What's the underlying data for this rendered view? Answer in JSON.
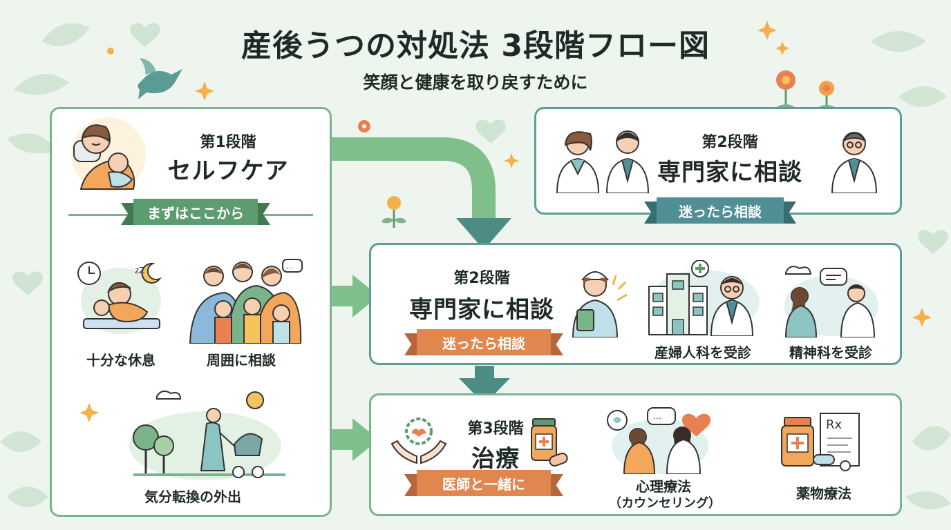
{
  "title": "産後うつの対処法 3段階フロー図",
  "subtitle": "笑顔と健康を取り戻すために",
  "colors": {
    "green": "#5c9c6e",
    "teal": "#4f8f95",
    "orange": "#e0874f",
    "background": "#eef5ef",
    "arrow_green": "#7fbf8c",
    "arrow_teal": "#4d8c85"
  },
  "stage1": {
    "step": "第1段階",
    "name": "セルフケア",
    "ribbon": "まずはここから",
    "items": [
      {
        "label": "十分な休息",
        "icon": "mother-baby-sleep-icon"
      },
      {
        "label": "周囲に相談",
        "icon": "family-icon"
      },
      {
        "label": "気分転換の外出",
        "icon": "stroller-walk-icon"
      }
    ]
  },
  "stage2_top": {
    "step": "第2段階",
    "name": "専門家に相談",
    "ribbon": "迷ったら相談"
  },
  "stage2": {
    "step": "第2段階",
    "name": "専門家に相談",
    "ribbon": "迷ったら相談",
    "items": [
      {
        "label": "産婦人科を受診",
        "icon": "hospital-doctor-icon"
      },
      {
        "label": "精神科を受診",
        "icon": "counseling-icon"
      }
    ]
  },
  "stage3": {
    "step": "第3段階",
    "name": "治療",
    "ribbon": "医師と一緒に",
    "items": [
      {
        "label": "心理療法",
        "label2": "（カウンセリング）",
        "icon": "therapy-icon"
      },
      {
        "label": "薬物療法",
        "icon": "medicine-icon"
      }
    ]
  }
}
